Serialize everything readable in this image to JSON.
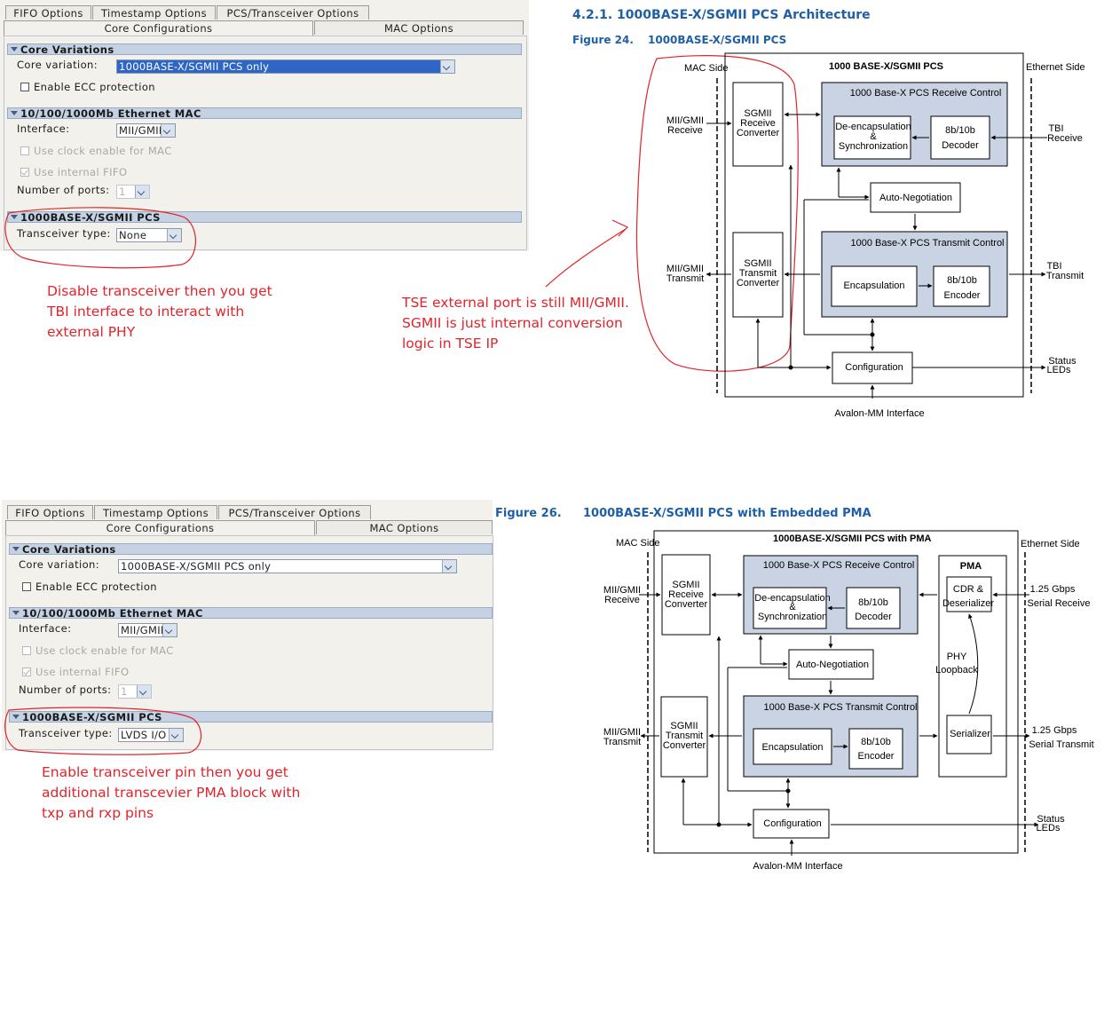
{
  "panel1": {
    "tabs_row1": [
      "FIFO Options",
      "Timestamp Options",
      "PCS/Transceiver Options"
    ],
    "tabs_row2": [
      "Core Configurations",
      "MAC Options"
    ],
    "sections": {
      "core_variations": "Core Variations",
      "mac": "10/100/1000Mb Ethernet MAC",
      "pcs": "1000BASE-X/SGMII PCS"
    },
    "core_variation_label": "Core variation:",
    "core_variation_value": "1000BASE-X/SGMII PCS only",
    "ecc_label": "Enable ECC protection",
    "interface_label": "Interface:",
    "interface_value": "MII/GMII",
    "clock_enable_label": "Use clock enable for MAC",
    "internal_fifo_label": "Use internal FIFO",
    "ports_label": "Number of ports:",
    "ports_value": "1",
    "transceiver_label": "Transceiver type:",
    "transceiver_value": "None"
  },
  "panel2": {
    "tabs_row1": [
      "FIFO Options",
      "Timestamp Options",
      "PCS/Transceiver Options"
    ],
    "tabs_row2": [
      "Core Configurations",
      "MAC Options"
    ],
    "sections": {
      "core_variations": "Core Variations",
      "mac": "10/100/1000Mb Ethernet MAC",
      "pcs": "1000BASE-X/SGMII PCS"
    },
    "core_variation_label": "Core variation:",
    "core_variation_value": "1000BASE-X/SGMII PCS only",
    "ecc_label": "Enable ECC protection",
    "interface_label": "Interface:",
    "interface_value": "MII/GMII",
    "clock_enable_label": "Use clock enable for MAC",
    "internal_fifo_label": "Use internal FIFO",
    "ports_label": "Number of ports:",
    "ports_value": "1",
    "transceiver_label": "Transceiver type:",
    "transceiver_value": "LVDS I/O"
  },
  "annotations": {
    "a1": "Disable transceiver then you get\nTBI interface to interact with\nexternal PHY",
    "a2": "TSE external port is still MII/GMII.\nSGMII is just internal conversion\nlogic in TSE IP",
    "a3": "Enable transceiver pin then you get\nadditional transcevier PMA block with\ntxp and rxp pins"
  },
  "diagram1": {
    "section_heading": "4.2.1. 1000BASE-X/SGMII PCS Architecture",
    "figure_label": "Figure 24.",
    "figure_title": "1000BASE-X/SGMII PCS",
    "mac_side": "MAC Side",
    "ethernet_side": "Ethernet Side",
    "block_title": "1000 BASE-X/SGMII PCS",
    "mii_receive": [
      "MII/GMII",
      "Receive"
    ],
    "mii_transmit": [
      "MII/GMII",
      "Transmit"
    ],
    "sgmii_receive": [
      "SGMII",
      "Receive",
      "Converter"
    ],
    "sgmii_transmit": [
      "SGMII",
      "Transmit",
      "Converter"
    ],
    "receive_control": "1000 Base-X PCS Receive Control",
    "transmit_control": "1000 Base-X PCS Transmit Control",
    "decap": [
      "De-encapsulation",
      "&",
      "Synchronization"
    ],
    "decoder": [
      "8b/10b",
      "Decoder"
    ],
    "encap": "Encapsulation",
    "encoder": [
      "8b/10b",
      "Encoder"
    ],
    "autoneg": "Auto-Negotiation",
    "config": "Configuration",
    "tbi_receive": [
      "TBI",
      "Receive"
    ],
    "tbi_transmit": [
      "TBI",
      "Transmit"
    ],
    "status": [
      "Status",
      "LEDs"
    ],
    "avalon": "Avalon-MM Interface"
  },
  "diagram2": {
    "figure_label": "Figure 26.",
    "figure_title": "1000BASE-X/SGMII PCS with Embedded PMA",
    "mac_side": "MAC Side",
    "ethernet_side": "Ethernet Side",
    "block_title": "1000BASE-X/SGMII PCS with PMA",
    "mii_receive": [
      "MII/GMII",
      "Receive"
    ],
    "mii_transmit": [
      "MII/GMII",
      "Transmit"
    ],
    "sgmii_receive": [
      "SGMII",
      "Receive",
      "Converter"
    ],
    "sgmii_transmit": [
      "SGMII",
      "Transmit",
      "Converter"
    ],
    "receive_control": "1000 Base-X PCS Receive Control",
    "transmit_control": "1000 Base-X PCS Transmit Control",
    "decap": [
      "De-encapsulation",
      "&",
      "Synchronization"
    ],
    "decoder": [
      "8b/10b",
      "Decoder"
    ],
    "encap": "Encapsulation",
    "encoder": [
      "8b/10b",
      "Encoder"
    ],
    "autoneg": "Auto-Negotiation",
    "config": "Configuration",
    "pma": "PMA",
    "cdr": [
      "CDR &",
      "Deserializer"
    ],
    "phy_loopback": [
      "PHY",
      "Loopback"
    ],
    "serializer": "Serializer",
    "serial_receive": [
      "1.25 Gbps",
      "Serial Receive"
    ],
    "serial_transmit": [
      "1.25 Gbps",
      "Serial Transmit"
    ],
    "status": [
      "Status",
      "LEDs"
    ],
    "avalon": "Avalon-MM Interface"
  }
}
